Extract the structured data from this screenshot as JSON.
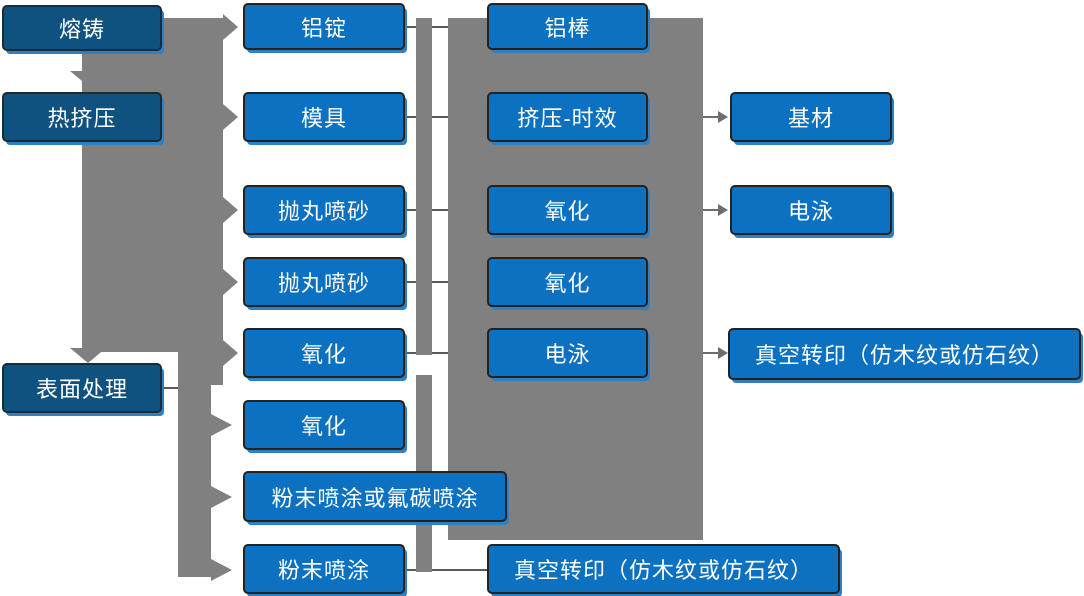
{
  "diagram_title": "Aluminum profile production process flow",
  "colors": {
    "stage_box_fill": "#10527f",
    "process_box_fill": "#0b71c0",
    "box_border": "#232323",
    "box_shadow_blue": "#2e80c4",
    "connector_band_gray": "#808080",
    "connector_line_gray": "#595959",
    "small_arrow_gray": "#6d6d6d",
    "text": "#ffffff",
    "background": "#ffffff"
  },
  "columns": [
    {
      "name": "stages",
      "items": [
        {
          "label": "熔铸"
        },
        {
          "label": "热挤压"
        },
        {
          "label": "表面处理"
        }
      ]
    },
    {
      "name": "process-step-1",
      "items": [
        {
          "label": "铝锭"
        },
        {
          "label": "模具"
        },
        {
          "label": "抛丸喷砂"
        },
        {
          "label": "抛丸喷砂"
        },
        {
          "label": "氧化"
        },
        {
          "label": "氧化"
        },
        {
          "label": "粉末喷涂或氟碳喷涂"
        },
        {
          "label": "粉末喷涂"
        }
      ]
    },
    {
      "name": "process-step-2",
      "items": [
        {
          "label": "铝棒"
        },
        {
          "label": "挤压-时效"
        },
        {
          "label": "氧化"
        },
        {
          "label": "氧化"
        },
        {
          "label": "电泳"
        },
        {
          "label": "真空转印（仿木纹或仿石纹）"
        }
      ]
    },
    {
      "name": "outputs",
      "items": [
        {
          "label": "基材"
        },
        {
          "label": "电泳"
        },
        {
          "label": "真空转印（仿木纹或仿石纹）"
        }
      ]
    }
  ]
}
